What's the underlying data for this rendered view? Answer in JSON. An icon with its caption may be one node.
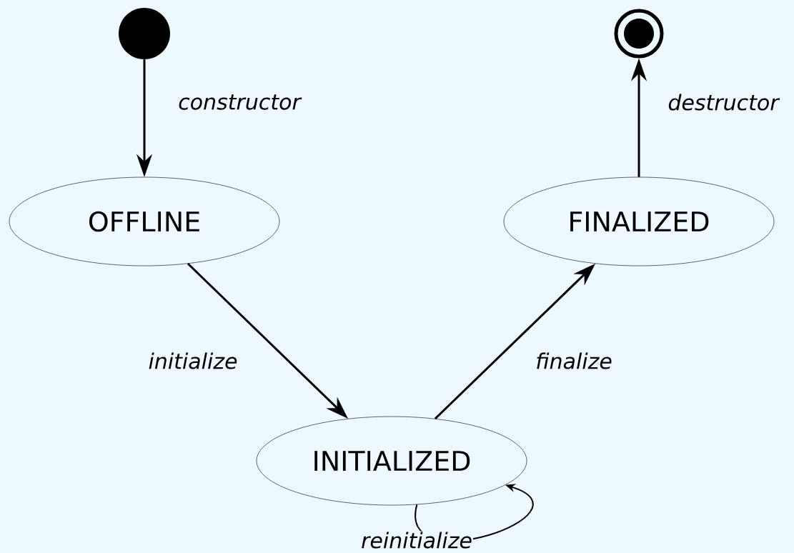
{
  "diagram": {
    "nodes": [
      {
        "text": [],
        "shape": "dot"
      },
      {
        "text": [],
        "shape": "bullseye"
      },
      {
        "text": [
          "OFFLINE"
        ]
      },
      {
        "text": [
          "FINALIZED"
        ]
      },
      {
        "text": [
          "INITIALIZED"
        ]
      }
    ],
    "edges": [
      {
        "from": 0,
        "to": 2,
        "arrow": "to",
        "label": "constructor"
      },
      {
        "from": 2,
        "to": 4,
        "arrow": "to",
        "label": "initialize"
      },
      {
        "from": 4,
        "to": 3,
        "arrow": "to",
        "label": "finalize"
      },
      {
        "from": 3,
        "to": 1,
        "arrow": "to",
        "label": "destructor"
      },
      {
        "from": 4,
        "to": 4,
        "arrow": "to",
        "label": "reinitialize"
      }
    ]
  }
}
